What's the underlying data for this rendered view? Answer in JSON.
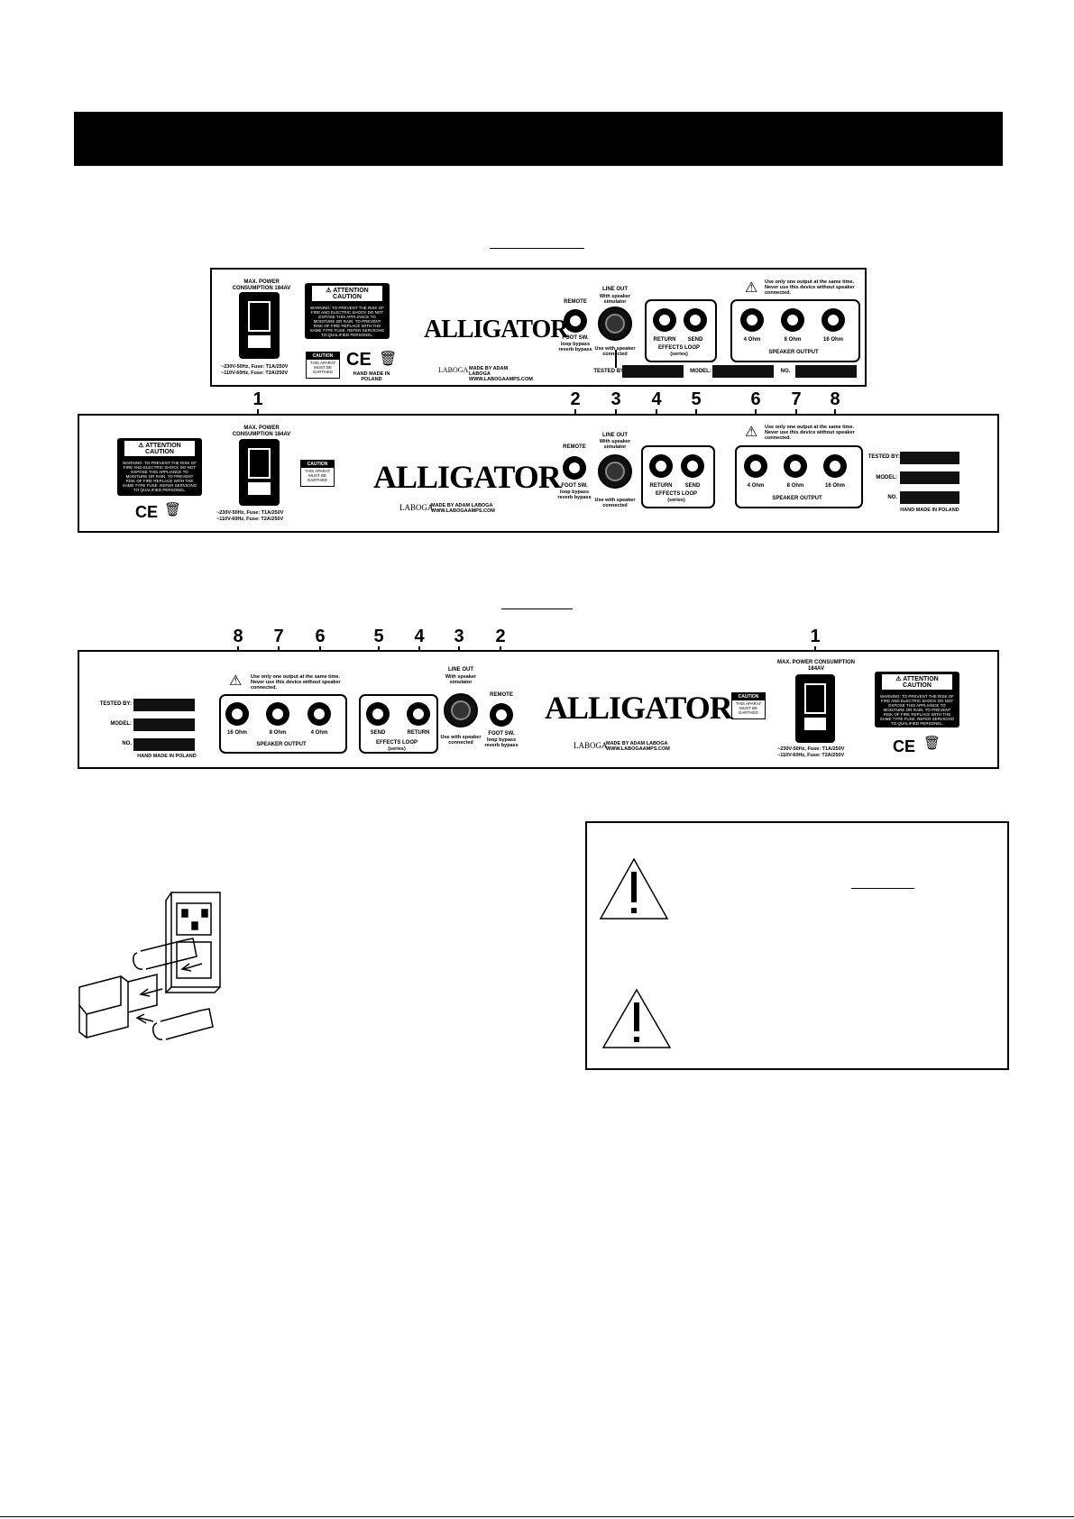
{
  "labels": {
    "max_power": "MAX. POWER CONSUMPTION 184AV",
    "fuse_230": "~230V-50Hz, Fuse: T1A/250V",
    "fuse_110": "~110V-60Hz, Fuse: T2A/250V",
    "attention": "ATTENTION",
    "caution": "CAUTION",
    "warning_text": "WARNING: TO PREVENT THE RISK OF FIRE AND ELECTRIC SHOCK DO NOT EXPOSE THIS APPLIANCE TO MOISTURE OR RAIN. TO PREVENT RISK OF FIRE REPLACE WITH THE SAME TYPE FUSE. REFER SERVICING TO QUALIFIED PERSONEL.",
    "must_be_earthed": "THIS APARAT MUST BE EARTHED",
    "hand_made": "HAND MADE IN POLAND",
    "logo": "ALLIGATOR",
    "laboga": "LABOGA",
    "made_by": "MADE BY ADAM LABOGA WWW.LABOGAAMPS.COM",
    "remote": "REMOTE",
    "foot_sw": "FOOT SW.",
    "loop_bypass": "loop bypass reverb bypass",
    "line_out": "LINE OUT",
    "with_speaker": "With speaker simulator",
    "use_with": "Use with speaker connected",
    "return": "RETURN",
    "send": "SEND",
    "effects_loop": "EFFECTS LOOP",
    "series": "(series)",
    "speaker_output": "SPEAKER OUTPUT",
    "speaker_note": "Use only one output at the same time. Never use this device without speaker connected.",
    "ohm4": "4 Ohm",
    "ohm8": "8 Ohm",
    "ohm16": "16 Ohm",
    "tested_by": "TESTED BY:",
    "model": "MODEL:",
    "no": "NO."
  },
  "callouts": {
    "top": [
      "1",
      "2",
      "3",
      "4",
      "5",
      "6",
      "7",
      "8"
    ],
    "bottom": [
      "8",
      "7",
      "6",
      "5",
      "4",
      "3",
      "2",
      "1"
    ]
  },
  "colors": {
    "ink": "#000000",
    "paper": "#ffffff"
  },
  "icons": [
    "warning-triangle-icon",
    "ce-mark-icon",
    "weee-bin-icon",
    "fuse-drawer-illustration"
  ]
}
